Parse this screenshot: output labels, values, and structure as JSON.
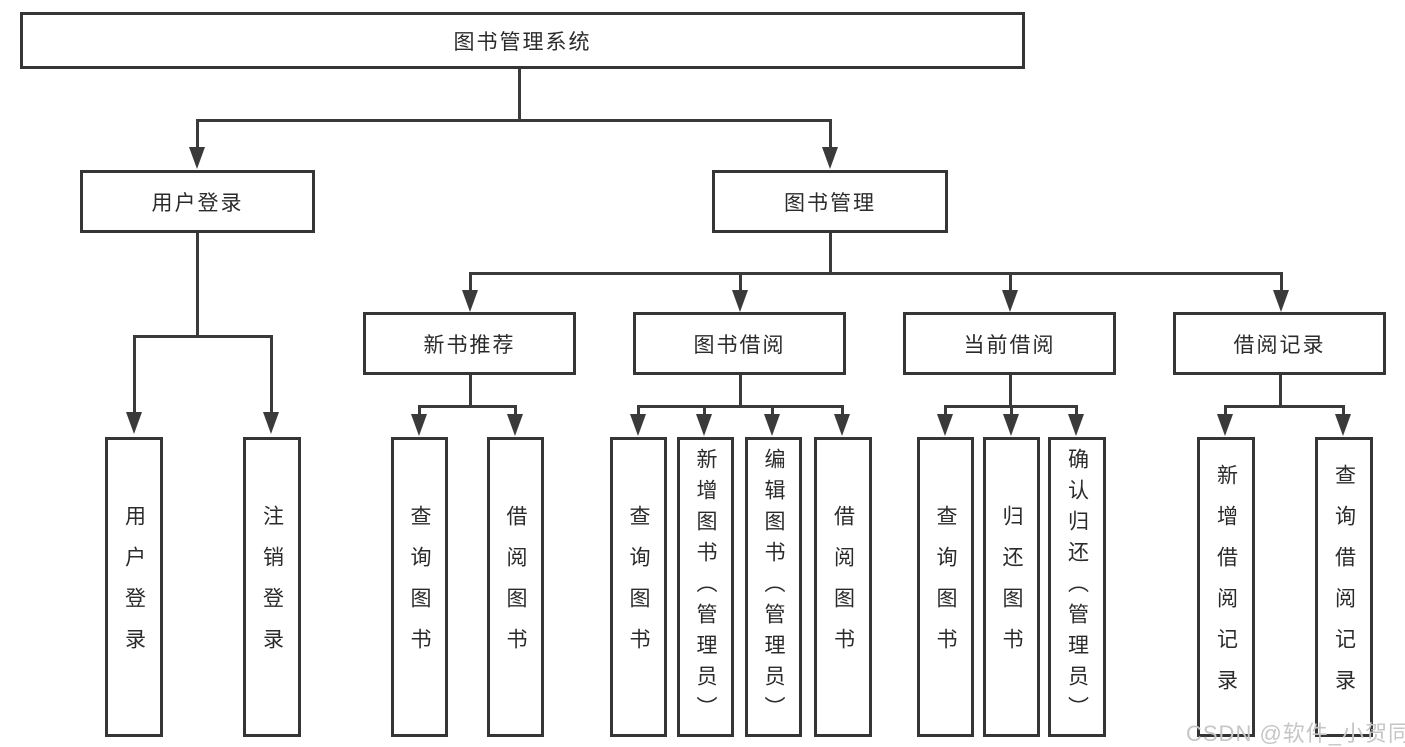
{
  "diagram": {
    "root": {
      "label": "图书管理系统"
    },
    "level2": {
      "user_login": {
        "label": "用户登录"
      },
      "book_management": {
        "label": "图书管理"
      }
    },
    "level3": {
      "new_book": {
        "label": "新书推荐"
      },
      "book_borrow": {
        "label": "图书借阅"
      },
      "current_borrow": {
        "label": "当前借阅"
      },
      "borrow_record": {
        "label": "借阅记录"
      }
    },
    "leaves": {
      "user_login": [
        "用户登录",
        "注销登录"
      ],
      "new_book": [
        "查询图书",
        "借阅图书"
      ],
      "book_borrow": [
        "查询图书",
        "新增图书（管理员）",
        "编辑图书（管理员）",
        "借阅图书"
      ],
      "current_borrow": [
        "查询图书",
        "归还图书",
        "确认归还（管理员）"
      ],
      "borrow_record": [
        "新增借阅记录",
        "查询借阅记录"
      ]
    }
  },
  "watermark": {
    "text": "CSDN @软件_小贺同学"
  },
  "colors": {
    "line": "#3a3a3a",
    "border": "#353535",
    "text": "#2b2b2b",
    "watermark": "#c6c6c6",
    "background": "#ffffff"
  }
}
